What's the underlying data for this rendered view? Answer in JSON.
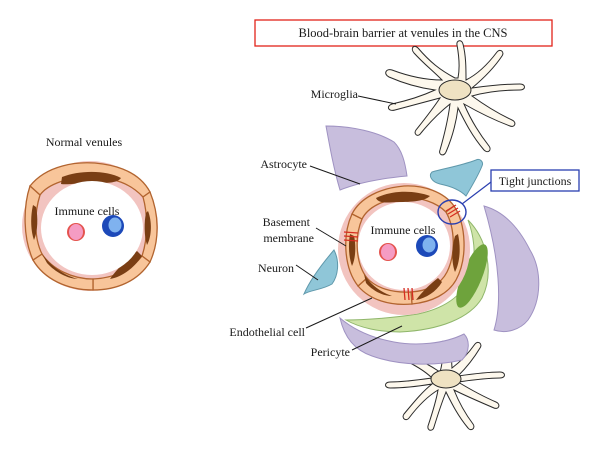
{
  "title": "Blood-brain barrier at venules in the CNS",
  "left_panel": {
    "caption": "Normal venules",
    "immune_label": "Immune cells"
  },
  "right_panel": {
    "immune_label": "Immune cells",
    "callout": "Tight junctions",
    "labels": {
      "microglia": "Microglia",
      "astrocyte": "Astrocyte",
      "basement_line1": "Basement",
      "basement_line2": "membrane",
      "neuron": "Neuron",
      "endothelial": "Endothelial cell",
      "pericyte": "Pericyte"
    }
  },
  "colors": {
    "endothelium": "#f8c59a",
    "endothelium_outline": "#b2642f",
    "nucleus": "#7a3e14",
    "basement_membrane": "#f2c4c0",
    "astrocyte": "#c8bedd",
    "astrocyte_outline": "#9f92c2",
    "microglia": "#fdf8ed",
    "microglia_soma": "#efe2c2",
    "neuron": "#8fc6d8",
    "pericyte": "#cfe4a8",
    "pericyte_dark": "#6ea33c",
    "immune_pink": "#f59cc3",
    "immune_pink_edge": "#e4534e",
    "immune_blue": "#1c49b9",
    "immune_blue_core": "#7fb2ef",
    "junction": "#d62c20",
    "title_box": "#e2231a",
    "callout_box": "#2a3fb0"
  }
}
